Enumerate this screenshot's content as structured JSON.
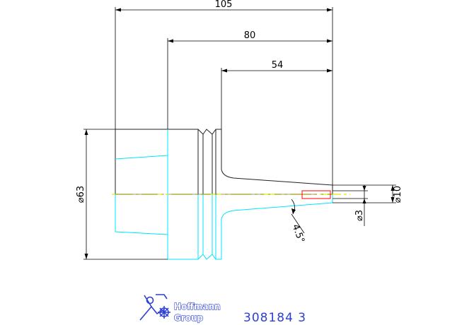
{
  "drawing": {
    "dim_length_total": "105",
    "dim_length_80": "80",
    "dim_length_54": "54",
    "dim_diameter_63": "⌀63",
    "dim_diameter_10": "⌀10",
    "dim_diameter_3": "⌀3",
    "dim_angle": "4.5°"
  },
  "logo": {
    "brand_line1": "Hoffmann",
    "brand_line2": "Group"
  },
  "part_number": "308184  3",
  "colors": {
    "outline": "#00e5ff",
    "dimension": "#000000",
    "centerline": "#e6e600",
    "hidden": "#ff0000",
    "brand": "#2a3fd6"
  }
}
